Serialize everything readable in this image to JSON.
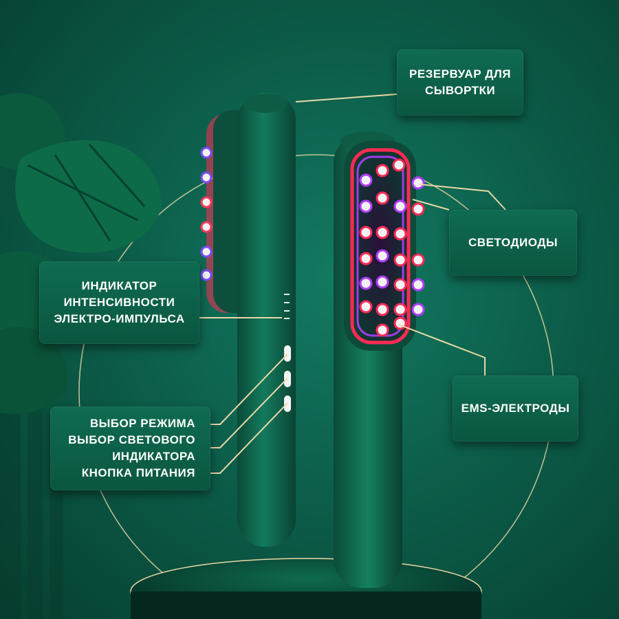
{
  "callouts": {
    "reservoir": {
      "lines": [
        "РЕЗЕРВУАР ДЛЯ",
        "СЫВОРТКИ"
      ]
    },
    "leds": {
      "lines": [
        "СВЕТОДИОДЫ"
      ]
    },
    "ems": {
      "lines": [
        "EMS-ЭЛЕКТРОДЫ"
      ]
    },
    "indicator": {
      "lines": [
        "ИНДИКАТОР",
        "ИНТЕНСИВНОСТИ",
        "ЭЛЕКТРО-ИМПУЛЬСА"
      ]
    },
    "buttons": {
      "lines": [
        "ВЫБОР РЕЖИМА",
        "ВЫБОР СВЕТОВОГО",
        "ИНДИКАТОРА",
        "КНОПКА ПИТАНИЯ"
      ]
    }
  },
  "colors": {
    "background": "#0c5e4a",
    "device": "#0f5a45",
    "accent_line": "#e9d9a6",
    "led_red": "#ff2a55",
    "led_violet": "#b03cff"
  }
}
